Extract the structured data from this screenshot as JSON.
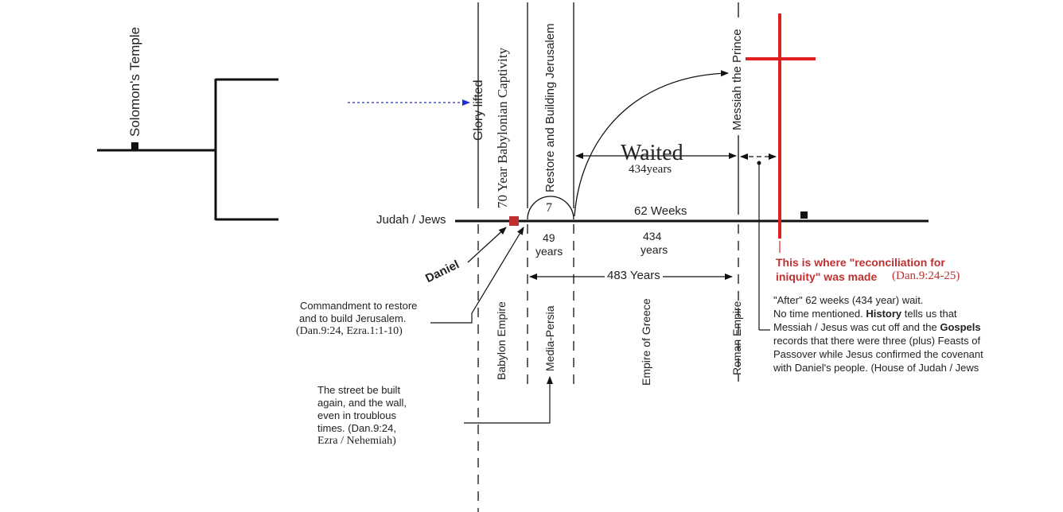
{
  "labels": {
    "solomons_temple": "Solomon's Temple",
    "glory_lifted": "Glory lifted",
    "captivity": "70 Year Babylonian Captivity",
    "restore_building": "Restore and Building Jerusalem",
    "messiah_prince": "Messiah the Prince",
    "judah_jews": "Judah / Jews",
    "seven": "7",
    "waited": "Waited",
    "waited_years": "434years",
    "sixty_two_weeks": "62 Weeks",
    "n49": "49",
    "n49_years": "years",
    "n434": "434",
    "n434_years": "years",
    "daniel": "Daniel",
    "years_483": "483 Years",
    "babylon_empire": "Babylon Empire",
    "media_persia": "Media-Persia",
    "empire_greece": "Empire of Greece",
    "roman_empire": "Roman Empire",
    "reconciliation_line1": "This is where \"reconciliation for",
    "reconciliation_line2": "iniquity\" was made",
    "reconciliation_ref": "(Dan.9:24-25)"
  },
  "commandment": {
    "line1": "Commandment to restore",
    "line2": "and to build Jerusalem.",
    "ref": "(Dan.9:24, Ezra.1:1-10)"
  },
  "street": {
    "line1": "The street be built",
    "line2": "again, and the wall,",
    "line3": "even in troublous",
    "line4": "times. (Dan.9:24,",
    "line5": "Ezra / Nehemiah)"
  },
  "after": {
    "line1": "\"After\" 62 weeks (434 year) wait.",
    "line2": "No time mentioned.",
    "line2_b": "History",
    "line2_c": "tells us that",
    "line3": "Messiah / Jesus was cut off and the",
    "line3_b": "Gospels",
    "line4": "records that there were three (plus) Feasts of",
    "line5": "Passover while Jesus confirmed the covenant",
    "line6": "with Daniel's people. (House of Judah / Jews"
  },
  "colors": {
    "cross": "#e02020",
    "daniel_marker": "#c03030",
    "dotted_arrow": "#2030d0",
    "reconciliation_text": "#c03030"
  }
}
